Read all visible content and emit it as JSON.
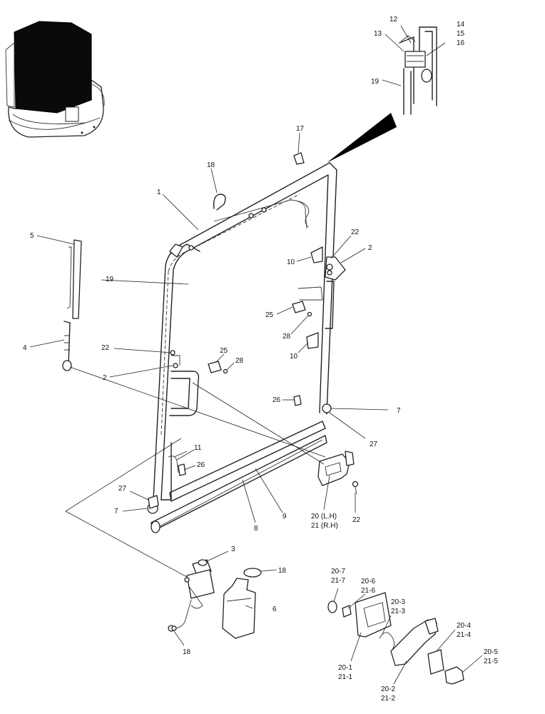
{
  "labels": {
    "l1": "1",
    "l2a": "2",
    "l2b": "2",
    "l3": "3",
    "l4": "4",
    "l5": "5",
    "l6": "6",
    "l7a": "7",
    "l7b": "7",
    "l8": "8",
    "l9": "9",
    "l10a": "10",
    "l10b": "10",
    "l11": "11",
    "l12": "12",
    "l13": "13",
    "l14": "14",
    "l15": "15",
    "l16": "16",
    "l17": "17",
    "l18a": "18",
    "l18b": "18",
    "l18c": "18",
    "l19a": "19",
    "l19b": "19",
    "l20": "20 (L.H)",
    "l21": "21 (R.H)",
    "l22a": "22",
    "l22b": "22",
    "l22c": "22",
    "l25a": "25",
    "l25b": "25",
    "l26a": "26",
    "l26b": "26",
    "l27a": "27",
    "l27b": "27",
    "l28a": "28",
    "l28b": "28",
    "l20_1": "20-1",
    "l21_1": "21-1",
    "l20_2": "20-2",
    "l21_2": "21-2",
    "l20_3": "20-3",
    "l21_3": "21-3",
    "l20_4": "20-4",
    "l21_4": "21-4",
    "l20_5": "20-5",
    "l21_5": "21-5",
    "l20_6": "20-6",
    "l21_6": "21-6",
    "l20_7": "20-7",
    "l21_7": "21-7"
  }
}
